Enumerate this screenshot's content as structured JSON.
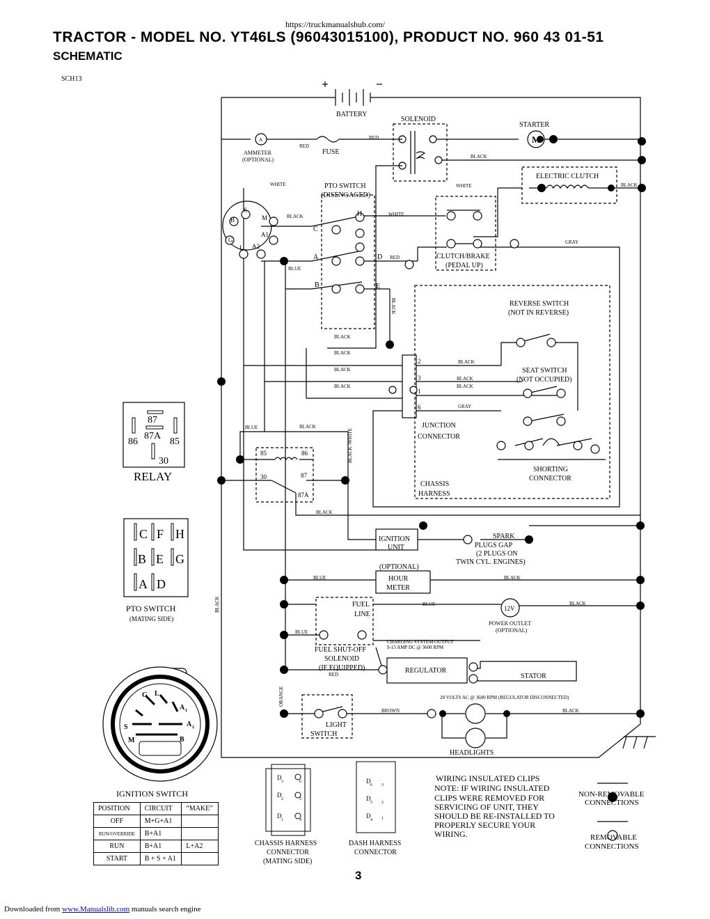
{
  "header": {
    "url": "https://truckmanualshub.com/",
    "title": "TRACTOR - MODEL NO. YT46LS (96043015100), PRODUCT NO. 960 43 01-51",
    "subtitle": "SCHEMATIC",
    "code": "SCH13"
  },
  "labels": {
    "battery": "BATTERY",
    "solenoid": "SOLENOID",
    "starter": "STARTER",
    "ammeter": "AMMETER",
    "optional_paren": "(OPTIONAL)",
    "fuse": "FUSE",
    "pto_switch": "PTO SWITCH",
    "disengaged": "(DISENGAGED)",
    "electric_clutch": "ELECTRIC CLUTCH",
    "clutch_brake": "CLUTCH/BRAKE",
    "pedal_up": "(PEDAL UP)",
    "reverse_switch": "REVERSE SWITCH",
    "not_in_reverse": "(NOT IN REVERSE)",
    "seat_switch": "SEAT SWITCH",
    "not_occupied": "(NOT OCCUPIED)",
    "junction": "JUNCTION",
    "connector": "CONNECTOR",
    "shorting": "SHORTING",
    "chassis": "CHASSIS",
    "harness": "HARNESS",
    "relay": "RELAY",
    "ignition": "IGNITION",
    "unit": "UNIT",
    "spark": "SPARK",
    "plugs_gap": "PLUGS GAP",
    "two_plugs": "(2 PLUGS ON",
    "twin_cyl": "TWIN CYL. ENGINES)",
    "optional": "(OPTIONAL)",
    "hour": "HOUR",
    "meter": "METER",
    "fuel": "FUEL",
    "line": "LINE",
    "power_outlet": "POWER OUTLET",
    "twelve_v": "12V",
    "fuel_shutoff": "FUEL SHUT-OFF",
    "solenoid_word": "SOLENOID",
    "if_equipped": "(IF EQUIPPED)",
    "charging_output": "CHARGING SYSTEM OUTPUT",
    "charging_amp": "9-15 AMP DC @ 3600 RPM",
    "regulator": "REGULATOR",
    "stator": "STATOR",
    "volts_ac": "28 VOLTS AC @ 3600 RPM (REGULATOR DISCONNECTED)",
    "light": "LIGHT",
    "switch": "SWITCH",
    "headlights": "HEADLIGHTS",
    "pto_switch_mating": "PTO SWITCH",
    "mating_side": "(MATING SIDE)",
    "ignition_switch": "IGNITION SWITCH",
    "chassis_harness": "CHASSIS HARNESS",
    "chassis_connector": "CONNECTOR",
    "chassis_mating": "(MATING SIDE)",
    "dash_harness": "DASH HARNESS",
    "dash_connector": "CONNECTOR",
    "non_removable": "NON-REMOVABLE",
    "connections": "CONNECTIONS",
    "removable": "REMOVABLE",
    "connections2": "CONNECTIONS"
  },
  "wires": {
    "red": "RED",
    "black": "BLACK",
    "white": "WHITE",
    "blue": "BLUE",
    "gray": "GRAY",
    "brown": "BROWN",
    "orange": "ORANGE",
    "black_white": "BLACK /WHITE"
  },
  "note": {
    "line1": "WIRING INSULATED CLIPS",
    "line2": "NOTE:  IF WIRING INSULATED",
    "line3": "CLIPS WERE REMOVED FOR",
    "line4": "SERVICING OF UNIT, THEY",
    "line5": "SHOULD BE RE-INSTALLED TO",
    "line6": "PROPERLY SECURE YOUR",
    "line7": "WIRING."
  },
  "relay_pins": {
    "p87": "87",
    "p87a": "87A",
    "p86": "86",
    "p85": "85",
    "p30": "30"
  },
  "pto_letters": [
    "C",
    "F",
    "H",
    "B",
    "E",
    "G",
    "A",
    "D"
  ],
  "ignition_table": {
    "headers": [
      "POSITION",
      "CIRCUIT",
      "“MAKE”"
    ],
    "rows": [
      [
        "OFF",
        "M+G+A1",
        ""
      ],
      [
        "RUN/OVERRIDE",
        "B+A1",
        ""
      ],
      [
        "RUN",
        "B+A1",
        "L+A2"
      ],
      [
        "START",
        "B + S + A1",
        ""
      ]
    ]
  },
  "page_number": "3",
  "footer": {
    "prefix": "Downloaded from",
    "link": "www.Manualslib.com",
    "suffix": "manuals search engine"
  }
}
